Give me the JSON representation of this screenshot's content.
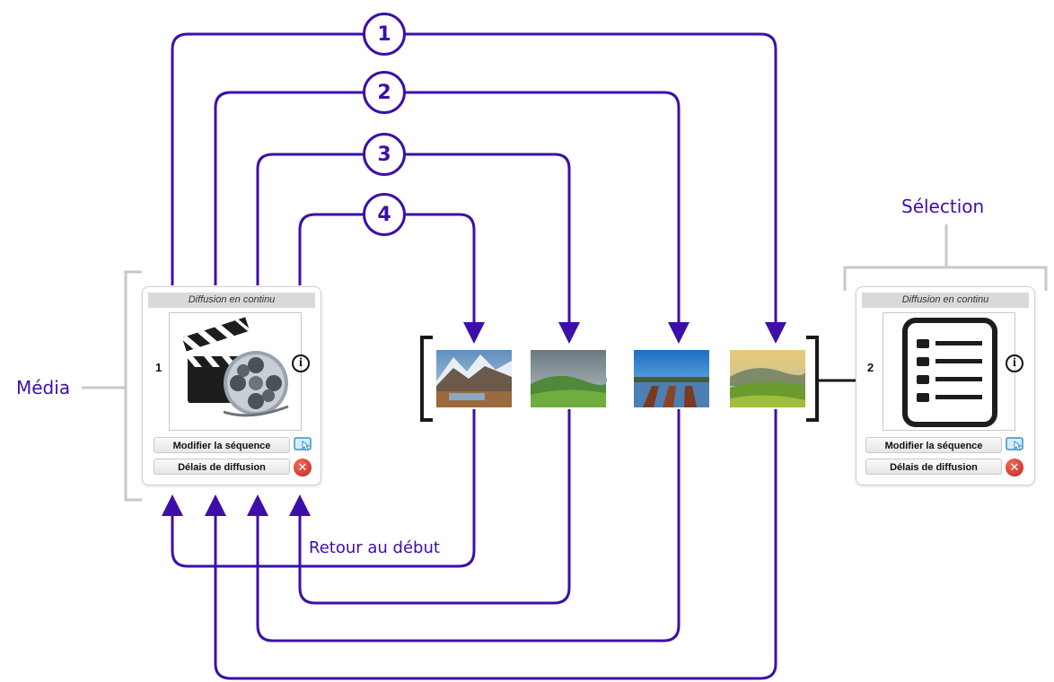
{
  "steps": [
    "1",
    "2",
    "3",
    "4"
  ],
  "labels": {
    "media": "Média",
    "selection": "Sélection",
    "back_to_start": "Retour au début"
  },
  "media_card": {
    "title": "Diffusion en continu",
    "index": "1",
    "info": "i",
    "edit_button": "Modifier la séquence",
    "delay_button": "Délais de diffusion",
    "thumbnail_icon": "film-clapper-reel-icon"
  },
  "selection_card": {
    "title": "Diffusion en continu",
    "index": "2",
    "info": "i",
    "edit_button": "Modifier la séquence",
    "delay_button": "Délais de diffusion",
    "thumbnail_icon": "list-icon"
  },
  "sequence_images": [
    "mountain-lake-photo",
    "green-hills-photo",
    "boats-lake-photo",
    "valley-sunrise-photo"
  ],
  "colors": {
    "accent": "#3d0fa8",
    "bracket": "#c8c8c8",
    "delete": "#d0281e"
  }
}
